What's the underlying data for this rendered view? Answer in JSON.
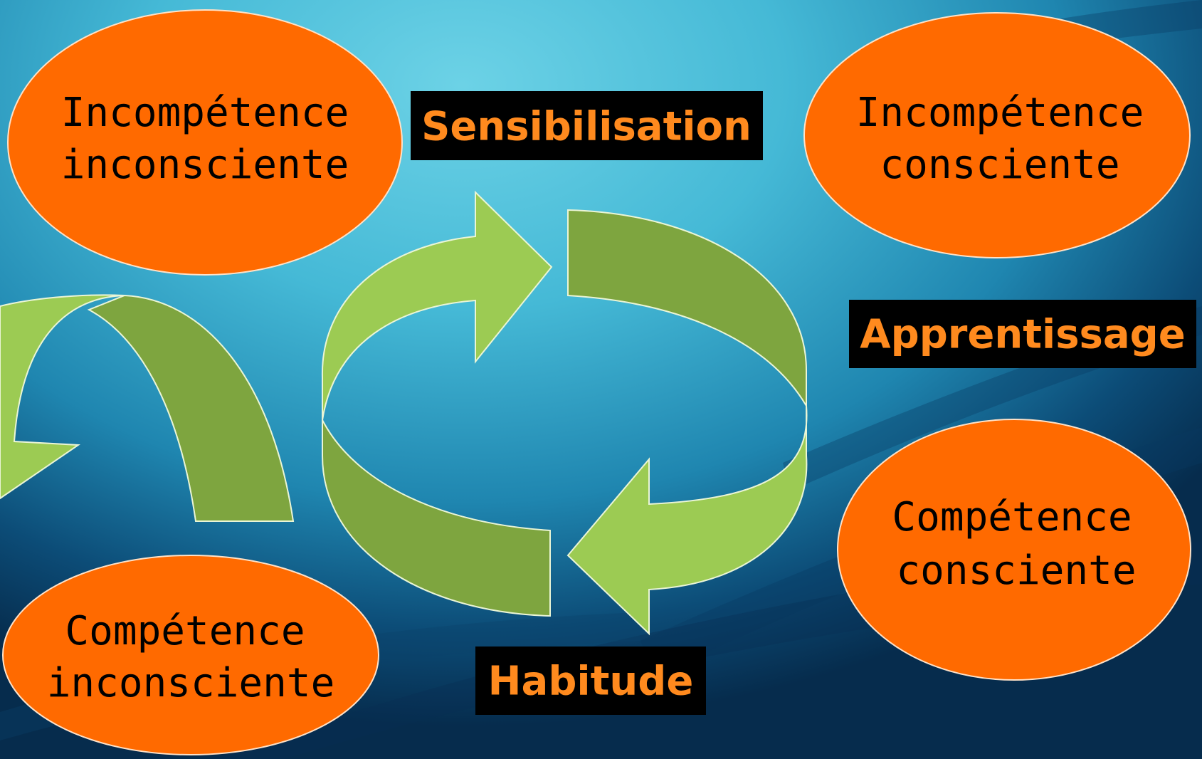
{
  "stages": [
    {
      "id": "incompetence-inconsciente",
      "lines": [
        "Incompétence",
        "inconsciente"
      ]
    },
    {
      "id": "incompetence-consciente",
      "lines": [
        "Incompétence",
        "consciente"
      ]
    },
    {
      "id": "competence-consciente",
      "lines": [
        "Compétence",
        "consciente"
      ]
    },
    {
      "id": "competence-inconsciente",
      "lines": [
        "Compétence",
        "inconsciente"
      ]
    }
  ],
  "transitions": {
    "sensibilisation": "Sensibilisation",
    "apprentissage": "Apprentissage",
    "habitude": "Habitude"
  },
  "colors": {
    "stage_fill": "#ff6a00",
    "label_background": "#000000",
    "label_text": "#ff8a1e",
    "arrow_light": "#9ccb53",
    "arrow_dark": "#7ea53f"
  }
}
